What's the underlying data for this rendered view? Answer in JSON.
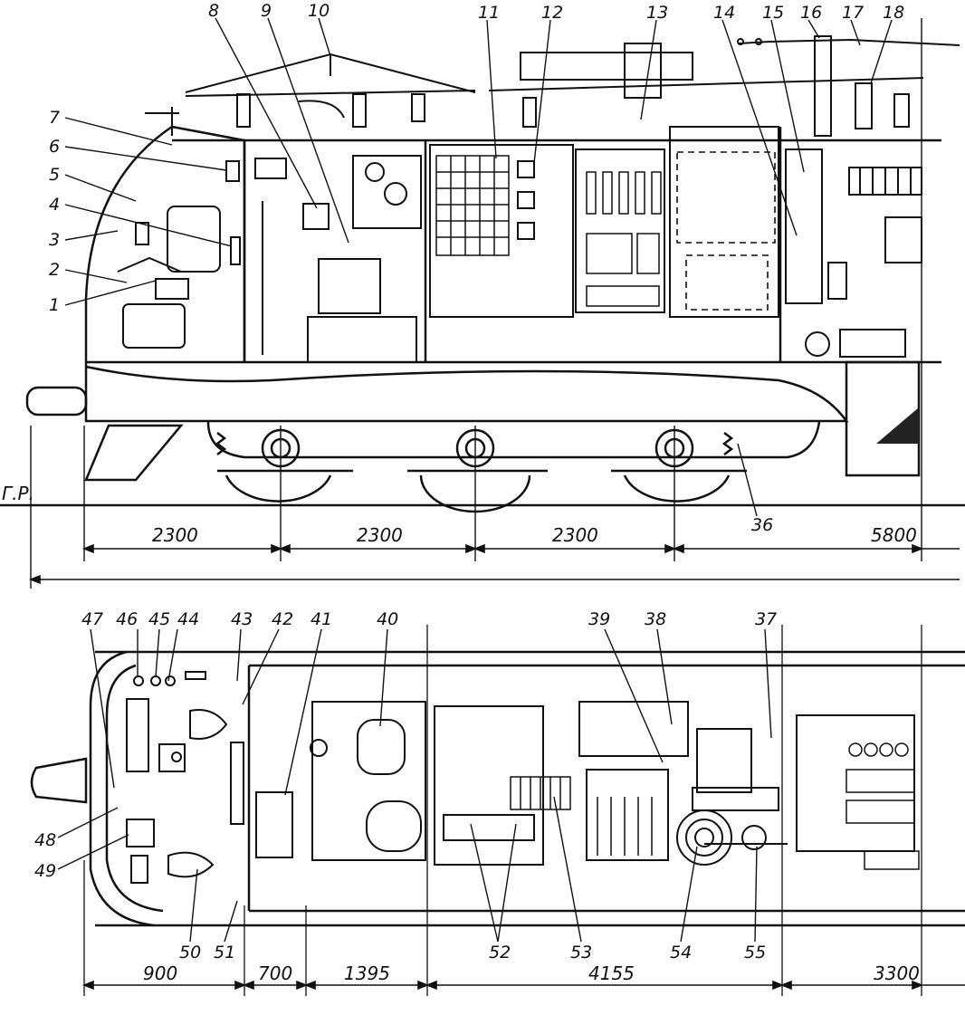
{
  "diagram": {
    "ground_label": "Г.Р.",
    "side_view": {
      "callouts": [
        "1",
        "2",
        "3",
        "4",
        "5",
        "6",
        "7",
        "8",
        "9",
        "10",
        "11",
        "12",
        "13",
        "14",
        "15",
        "16",
        "17",
        "18",
        "36"
      ],
      "dimensions": [
        "2300",
        "2300",
        "2300",
        "5800"
      ]
    },
    "plan_view": {
      "callouts": [
        "37",
        "38",
        "39",
        "40",
        "41",
        "42",
        "43",
        "44",
        "45",
        "46",
        "47",
        "48",
        "49",
        "50",
        "51",
        "52",
        "53",
        "54",
        "55"
      ],
      "dimensions": [
        "900",
        "700",
        "1395",
        "4155",
        "3300"
      ]
    }
  }
}
